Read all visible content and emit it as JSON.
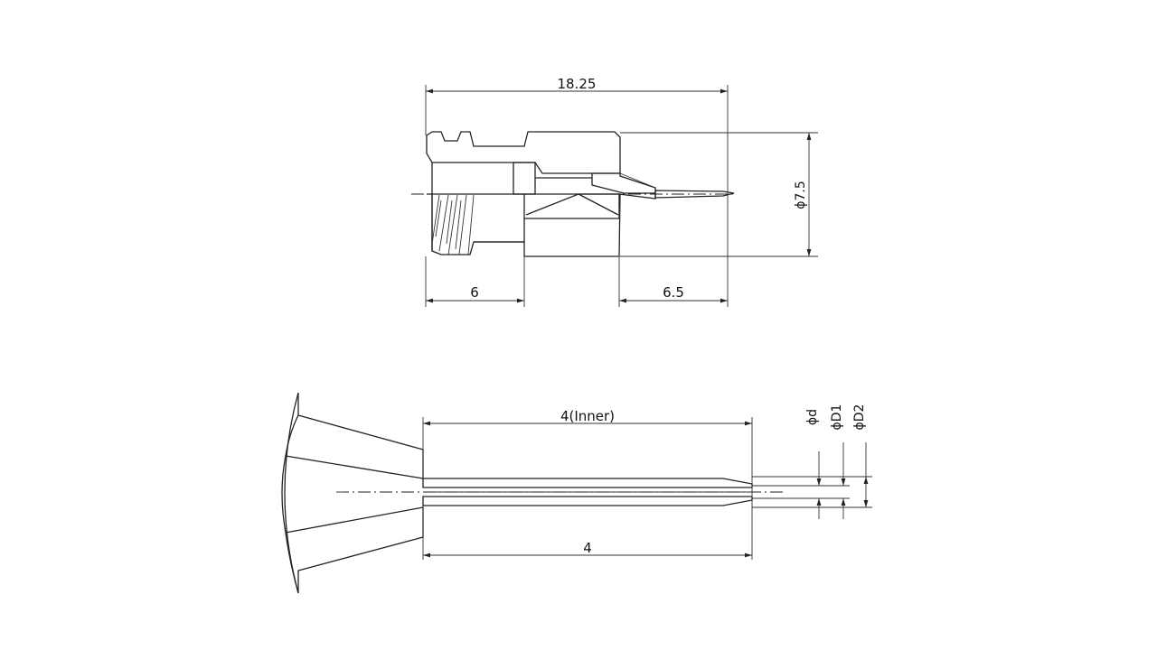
{
  "top_view": {
    "overall_length": "18.25",
    "diameter": "ϕ7.5",
    "hub_length": "6",
    "needle_length": "6.5"
  },
  "bottom_view": {
    "inner_length": "4(Inner)",
    "length": "4",
    "dia_d": "ϕd",
    "dia_D1": "ϕD1",
    "dia_D2": "ϕD2"
  },
  "colors": {
    "line": "#222222",
    "background": "#ffffff"
  }
}
